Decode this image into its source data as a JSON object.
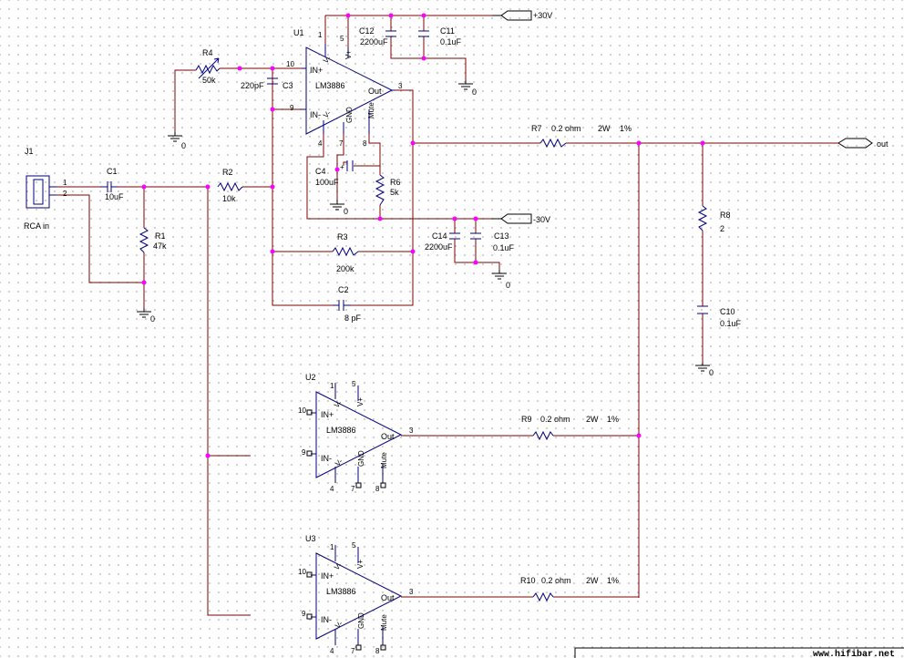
{
  "components": {
    "J1": {
      "ref": "J1",
      "name": "RCA in",
      "pin1": "1",
      "pin2": "2"
    },
    "C1": {
      "ref": "C1",
      "value": "10uF"
    },
    "R1": {
      "ref": "R1",
      "value": "47k"
    },
    "R2": {
      "ref": "R2",
      "value": "10k"
    },
    "R4": {
      "ref": "R4",
      "value": "50k"
    },
    "C3": {
      "ref": "C3",
      "value": "220pF"
    },
    "C12": {
      "ref": "C12",
      "value": "2200uF"
    },
    "C11": {
      "ref": "C11",
      "value": "0.1uF"
    },
    "C4": {
      "ref": "C4",
      "value": "100uF"
    },
    "R6": {
      "ref": "R6",
      "value": "5k"
    },
    "C14": {
      "ref": "C14",
      "value": "2200uF"
    },
    "C13": {
      "ref": "C13",
      "value": "0.1uF"
    },
    "R3": {
      "ref": "R3",
      "value": "200k"
    },
    "C2": {
      "ref": "C2",
      "value": "8 pF"
    },
    "R7": {
      "ref": "R7",
      "value": "0.2 ohm",
      "power": "2W",
      "tol": "1%"
    },
    "R9": {
      "ref": "R9",
      "value": "0.2 ohm",
      "power": "2W",
      "tol": "1%"
    },
    "R10": {
      "ref": "R10",
      "value": "0.2 ohm",
      "power": "2W",
      "tol": "1%"
    },
    "R8": {
      "ref": "R8",
      "value": "2"
    },
    "C10": {
      "ref": "C10",
      "value": "0.1uF"
    }
  },
  "opamps": [
    {
      "ref": "U1",
      "part": "LM3886",
      "in_plus": "IN+",
      "in_minus": "IN-",
      "out": "Out",
      "vplus": "V+",
      "vminus": "V-",
      "gnd": "GND",
      "mute": "Mute",
      "p1": "1",
      "p5": "5",
      "p10": "10",
      "p9": "9",
      "p3": "3",
      "p4": "4",
      "p7": "7",
      "p8": "8"
    },
    {
      "ref": "U2",
      "part": "LM3886",
      "in_plus": "IN+",
      "in_minus": "IN-",
      "out": "Out",
      "vplus": "V+",
      "vminus": "V-",
      "gnd": "GND",
      "mute": "Mute",
      "p1": "1",
      "p5": "5",
      "p10": "10",
      "p9": "9",
      "p3": "3",
      "p4": "4",
      "p7": "7",
      "p8": "8"
    },
    {
      "ref": "U3",
      "part": "LM3886",
      "in_plus": "IN+",
      "in_minus": "IN-",
      "out": "Out",
      "vplus": "V+",
      "vminus": "V-",
      "gnd": "GND",
      "mute": "Mute",
      "p1": "1",
      "p5": "5",
      "p10": "10",
      "p9": "9",
      "p3": "3",
      "p4": "4",
      "p7": "7",
      "p8": "8"
    }
  ],
  "ports": {
    "vpos": "+30V",
    "vneg": "-30V",
    "out": "out"
  },
  "ground_label": "0",
  "watermark": "www.hifibar.net",
  "colors": {
    "wire": "#800000",
    "body": "#000080",
    "junction": "#ff00ff",
    "grid": "#c8c8c8"
  }
}
